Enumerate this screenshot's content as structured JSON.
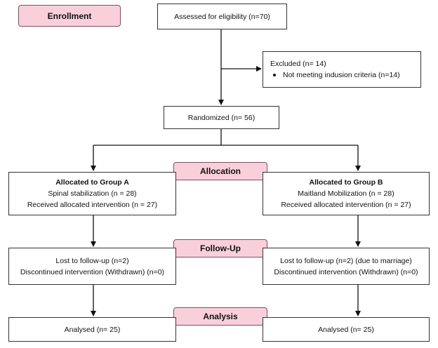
{
  "stages": {
    "enrollment": "Enrollment",
    "allocation": "Allocation",
    "follow_up": "Follow-Up",
    "analysis": "Analysis"
  },
  "assessed": "Assessed for eligibility (n=70)",
  "excluded": {
    "title": "Excluded (n= 14)",
    "items": [
      "Not meeting indusion criteria (n=14)"
    ]
  },
  "randomized": "Randomized (n= 56)",
  "group_a": {
    "allocation": {
      "title": "Allocated to Group A",
      "lines": [
        "Spinal stabilization (n = 28)",
        "Received allocated intervention (n = 27)"
      ]
    },
    "follow_up": [
      "Lost to follow-up (n=2)",
      "Discontinued intervention (Withdrawn) (n=0)"
    ],
    "analysis": "Analysed (n= 25)"
  },
  "group_b": {
    "allocation": {
      "title": "Allocated to Group B",
      "lines": [
        "Maitland Mobilization (n = 28)",
        "Received allocated intervention (n = 27)"
      ]
    },
    "follow_up": [
      "Lost to follow-up (n=2) (due to marriage)",
      "Discontinued intervention (Withdrawn) (n=0)"
    ],
    "analysis": "Analysed (n= 25)"
  }
}
